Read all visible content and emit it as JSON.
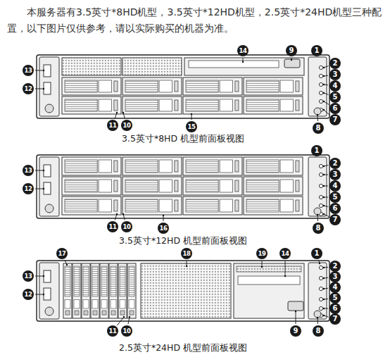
{
  "diagram": {
    "labels": [
      "本服务器有3.5英寸*8HD机型，3.5英寸*12HD机型，2.5英寸*24HD机型三种配置，以下图片仅供参考，请以实际购买的机器为准。",
      "14",
      "9",
      "1",
      "2",
      "3",
      "4",
      "5",
      "6",
      "7",
      "8",
      "13",
      "12",
      "11",
      "10",
      "15",
      "3.5英寸*8HD 机型前面板视图",
      "1",
      "2",
      "3",
      "4",
      "5",
      "6",
      "7",
      "8",
      "13",
      "12",
      "11",
      "10",
      "16",
      "3.5英寸*12HD 机型前面板视图",
      "17",
      "18",
      "19",
      "14",
      "1",
      "2",
      "3",
      "4",
      "5",
      "6",
      "7",
      "8",
      "13",
      "12",
      "9",
      "11",
      "10",
      "2.5英寸*24HD 机型前面板视图"
    ]
  }
}
